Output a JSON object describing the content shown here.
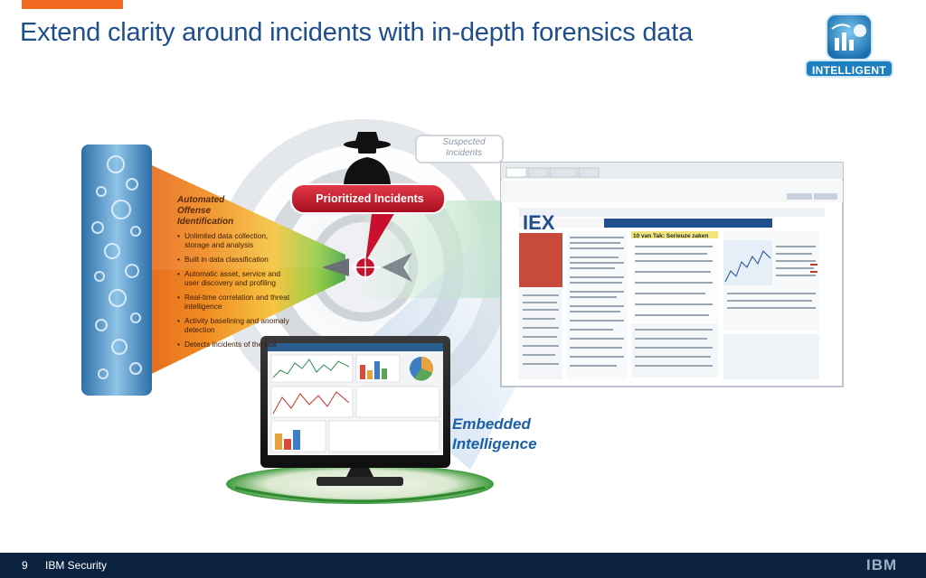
{
  "slide": {
    "title": "Extend clarity around incidents with in-depth forensics data",
    "badge": "INTELLIGENT",
    "page_number": "9",
    "brand": "IBM Security",
    "logo_text": "IBM"
  },
  "funnel": {
    "heading_lines": [
      "Automated",
      "Offense",
      "Identification"
    ],
    "bullets": [
      "Unlimited data collection, storage and analysis",
      "Built in data classification",
      "Automatic asset, service and user discovery and profiling",
      "Real-time correlation and threat intelligence",
      "Activity baselining and anomaly detection",
      "Detects incidents of the box"
    ]
  },
  "callouts": {
    "prioritized": "Prioritized Incidents",
    "suspected": [
      "Suspected",
      "Incidents"
    ],
    "embedded": [
      "Embedded",
      "Intelligence"
    ]
  },
  "website": {
    "logo": "IEX",
    "headline": "10 van Tak: Serieuze zaken"
  },
  "colors": {
    "title": "#1f4e8c",
    "accent_orange": "#f26a21",
    "badge_blue": "#1c7fc0",
    "prioritized_red": "#c8102e",
    "embedded_blue": "#1b5fa8",
    "footer_navy": "#0b2340"
  },
  "icons": [
    "hacker-icon",
    "target-icon",
    "intelligent-badge-icon",
    "data-stream-icon"
  ]
}
